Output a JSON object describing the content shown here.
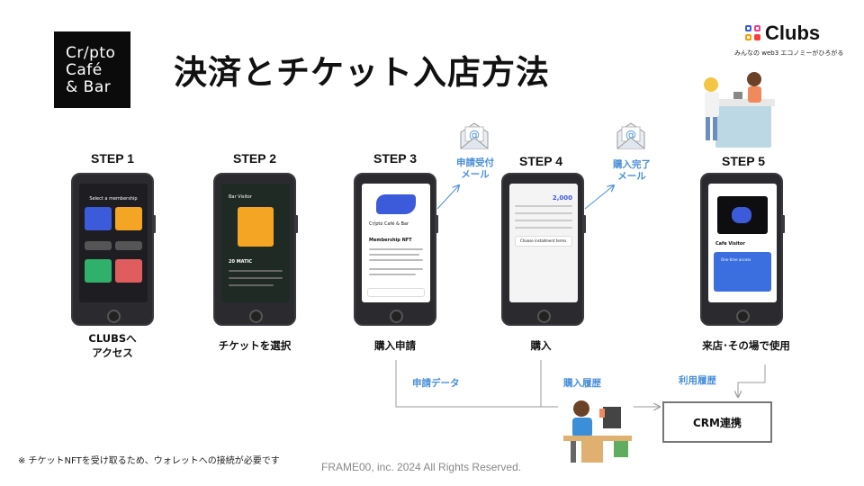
{
  "logo": {
    "line1": "Cr/pto",
    "line2": "Café",
    "line3": "& Bar"
  },
  "title": "決済とチケット入店方法",
  "brand": {
    "name": "Clubs",
    "tagline": "みんなの web3 エコノミーがひろがる"
  },
  "steps": [
    {
      "label": "STEP 1",
      "caption": "CLUBSへ\nアクセス"
    },
    {
      "label": "STEP 2",
      "caption": "チケットを選択"
    },
    {
      "label": "STEP 3",
      "caption": "購入申請"
    },
    {
      "label": "STEP 4",
      "caption": "購入"
    },
    {
      "label": "STEP 5",
      "caption": "来店･その場で使用"
    }
  ],
  "mails": [
    {
      "label": "申請受付\nメール"
    },
    {
      "label": "購入完了\nメール"
    }
  ],
  "flows": {
    "apply_data": "申請データ",
    "purchase_history": "購入履歴",
    "usage_history": "利用履歴"
  },
  "crm": "CRM連携",
  "screens": {
    "s1_title": "Select a membership",
    "s2_title": "Bar Visitor",
    "s2_price": "20 MATIC",
    "s3_logo": "Cr/pto Café & Bar",
    "s3_title": "Membership NFT",
    "s4_price": "2,000",
    "s4_pay": "Choose installment terms",
    "s5_title": "Cafe Visitor",
    "s5_note": "One-time access"
  },
  "note": "※ チケットNFTを受け取るため、ウォレットへの接続が必要です",
  "copyright": "FRAME00, inc. 2024 All Rights Reserved.",
  "colors": {
    "accent": "#4a8fd8",
    "mockup_blue": "#3b5bdb",
    "dark": "#0b0b0b"
  }
}
